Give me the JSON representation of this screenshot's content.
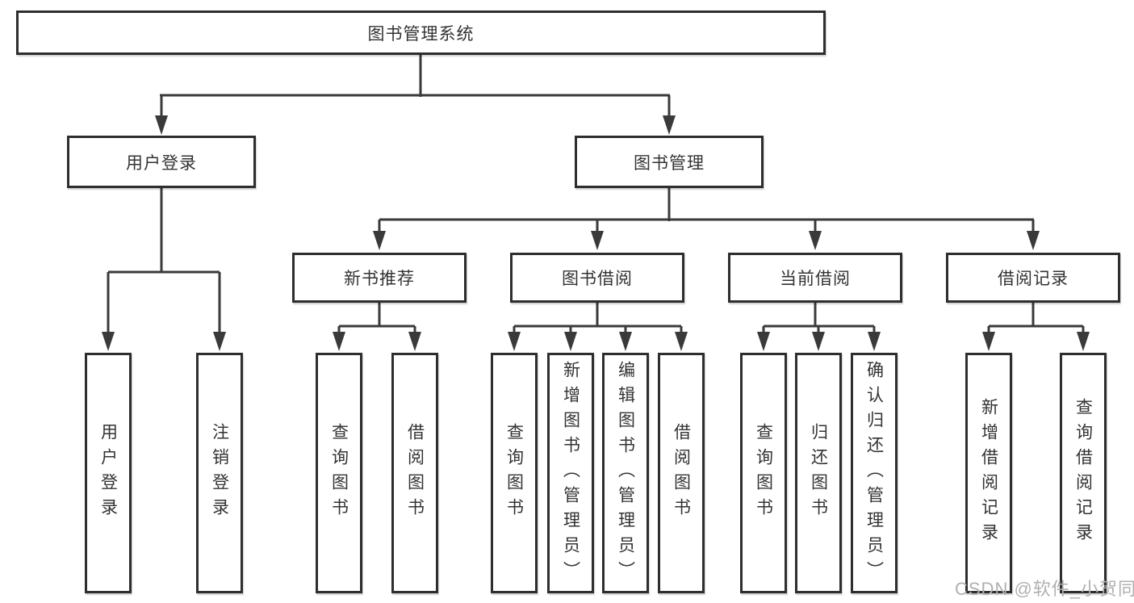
{
  "colors": {
    "line": "#3a3a3a",
    "box_border": "#2e2e2e",
    "text": "#333333",
    "watermark": "#b0b0b0",
    "background": "#ffffff"
  },
  "tree": {
    "root": {
      "label": "图书管理系统"
    },
    "branches": [
      {
        "label": "用户登录",
        "children": [
          {
            "label": "用户登录"
          },
          {
            "label": "注销登录"
          }
        ]
      },
      {
        "label": "图书管理",
        "children": [
          {
            "label": "新书推荐",
            "children": [
              {
                "label": "查询图书"
              },
              {
                "label": "借阅图书"
              }
            ]
          },
          {
            "label": "图书借阅",
            "children": [
              {
                "label": "查询图书"
              },
              {
                "label": "新增图书（管理员）"
              },
              {
                "label": "编辑图书（管理员）"
              },
              {
                "label": "借阅图书"
              }
            ]
          },
          {
            "label": "当前借阅",
            "children": [
              {
                "label": "查询图书"
              },
              {
                "label": "归还图书"
              },
              {
                "label": "确认归还（管理员）"
              }
            ]
          },
          {
            "label": "借阅记录",
            "children": [
              {
                "label": "新增借阅记录"
              },
              {
                "label": "查询借阅记录"
              }
            ]
          }
        ]
      }
    ]
  },
  "watermark": {
    "text": "CSDN @软件_小贺同学"
  }
}
